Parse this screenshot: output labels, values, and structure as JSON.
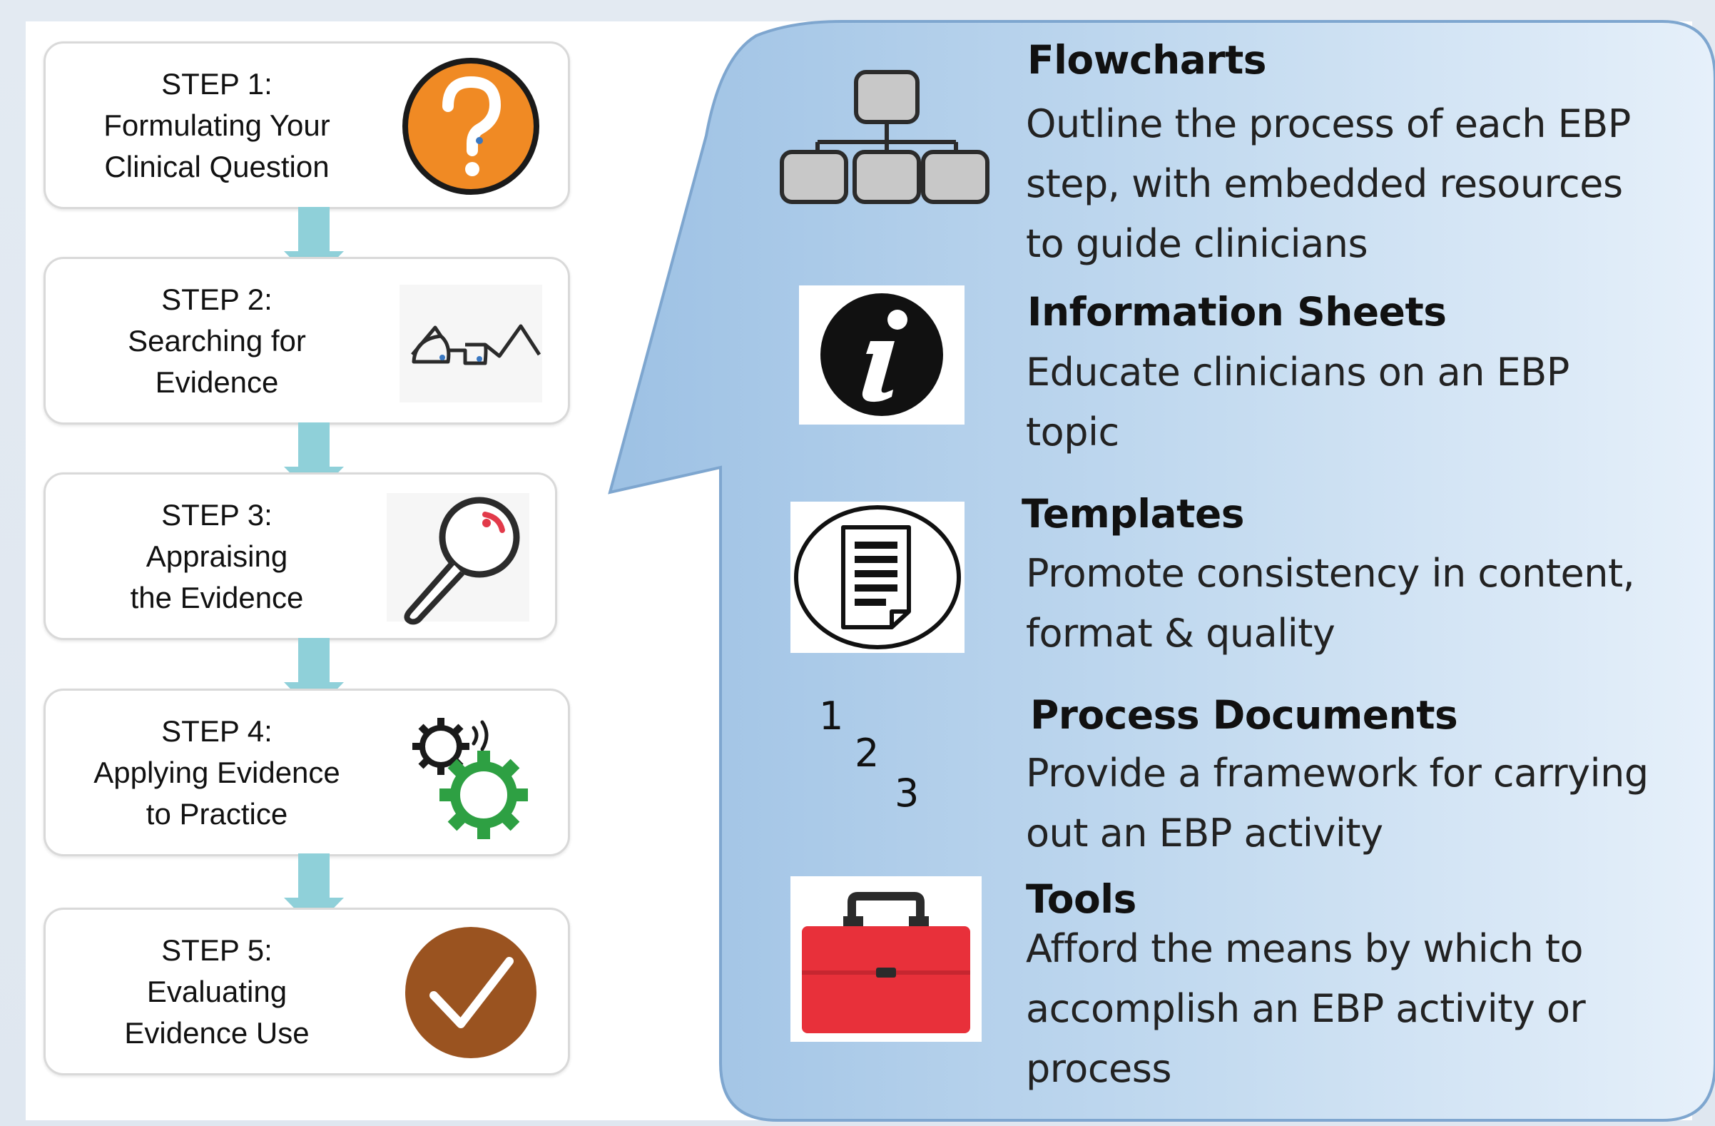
{
  "steps": [
    {
      "lines": [
        "STEP 1:",
        "Formulating Your",
        "Clinical Question"
      ],
      "icon": "question-icon",
      "icon_color": "#f08a24"
    },
    {
      "lines": [
        "STEP 2:",
        "Searching for",
        "Evidence"
      ],
      "icon": "glasses-icon",
      "icon_color": "#2b2b2b"
    },
    {
      "lines": [
        "STEP 3:",
        "Appraising",
        "the Evidence"
      ],
      "icon": "magnifier-icon",
      "icon_color": "#2b2b2b"
    },
    {
      "lines": [
        "STEP 4:",
        "Applying Evidence",
        "to Practice"
      ],
      "icon": "gears-icon",
      "icon_color": "#2ea043"
    },
    {
      "lines": [
        "STEP 5:",
        "Evaluating",
        "Evidence Use"
      ],
      "icon": "checkmark-icon",
      "icon_color": "#9a5320"
    }
  ],
  "resources": [
    {
      "title": "Flowcharts",
      "desc": [
        "Outline the process of each EBP",
        "step, with embedded resources",
        "to guide clinicians"
      ],
      "icon": "flowchart-icon"
    },
    {
      "title": "Information Sheets",
      "desc": [
        "Educate clinicians on an EBP",
        "topic"
      ],
      "icon": "info-icon"
    },
    {
      "title": "Templates",
      "desc": [
        "Promote consistency in content,",
        "format & quality"
      ],
      "icon": "document-icon"
    },
    {
      "title": "Process Documents",
      "desc": [
        "Provide a framework for carrying",
        "out an EBP activity"
      ],
      "icon": "numbers-icon",
      "numbers": [
        "1",
        "2",
        "3"
      ]
    },
    {
      "title": "Tools",
      "desc": [
        "Afford the means by which to",
        "accomplish an EBP activity or",
        "process"
      ],
      "icon": "toolbox-icon"
    }
  ],
  "colors": {
    "arrow": "#8fd0d9",
    "callout_light": "#dbe9f7",
    "callout_dark": "#9dc1e4",
    "toolbox": "#e8303a"
  }
}
